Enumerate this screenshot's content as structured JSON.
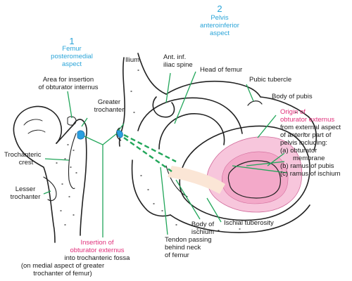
{
  "colors": {
    "outline": "#222222",
    "leader": "#22a65a",
    "heading": "#2aa4d8",
    "highlight": "#e0307a",
    "origin_fill": "#f7c6dc",
    "origin_fill_inner": "#f3a9c9",
    "insertion_fill": "#2a9fe0",
    "tendon_fill": "#fbe6d6"
  },
  "panel1": {
    "number": "1",
    "title_line1": "Femur",
    "title_line2": "posteromedial",
    "title_line3": "aspect"
  },
  "panel2": {
    "number": "2",
    "title_line1": "Pelvis",
    "title_line2": "anteroinferior",
    "title_line3": "aspect"
  },
  "labels": {
    "area_insertion_line1": "Area for insertion",
    "area_insertion_line2": "of obturator internus",
    "greater_trochanter_line1": "Greater",
    "greater_trochanter_line2": "trochanter",
    "trochanteric_crest_line1": "Trochanteric",
    "trochanteric_crest_line2": "crest",
    "lesser_trochanter_line1": "Lesser",
    "lesser_trochanter_line2": "trochanter",
    "ilium": "Ilium",
    "ant_inf_line1": "Ant. inf.",
    "ant_inf_line2": "iliac spine",
    "head_of_femur": "Head of femur",
    "pubic_tubercle": "Pubic tubercle",
    "body_of_pubis": "Body of pubis",
    "origin_line1": "Origin of",
    "origin_line2": "obturator externus",
    "origin_line3": "from external aspect",
    "origin_line4": "of anterior part of",
    "origin_line5": "pelvis including:",
    "origin_a_line1": "(a) obturator",
    "origin_a_line2": "membrane",
    "origin_b": "(b) ramus of pubis",
    "origin_c": "(c) ramus of ischium",
    "ischial_tuberosity": "Ischial tuberosity",
    "body_ischium_line1": "Body of",
    "body_ischium_line2": "ischium",
    "tendon_line1": "Tendon passing",
    "tendon_line2": "behind neck",
    "tendon_line3": "of femur",
    "insertion_line1": "Insertion of",
    "insertion_line2": "obturator externus",
    "insertion_line3": "into trochanteric fossa",
    "insertion_line4": "(on medial aspect of greater",
    "insertion_line5": "trochanter of femur)"
  }
}
